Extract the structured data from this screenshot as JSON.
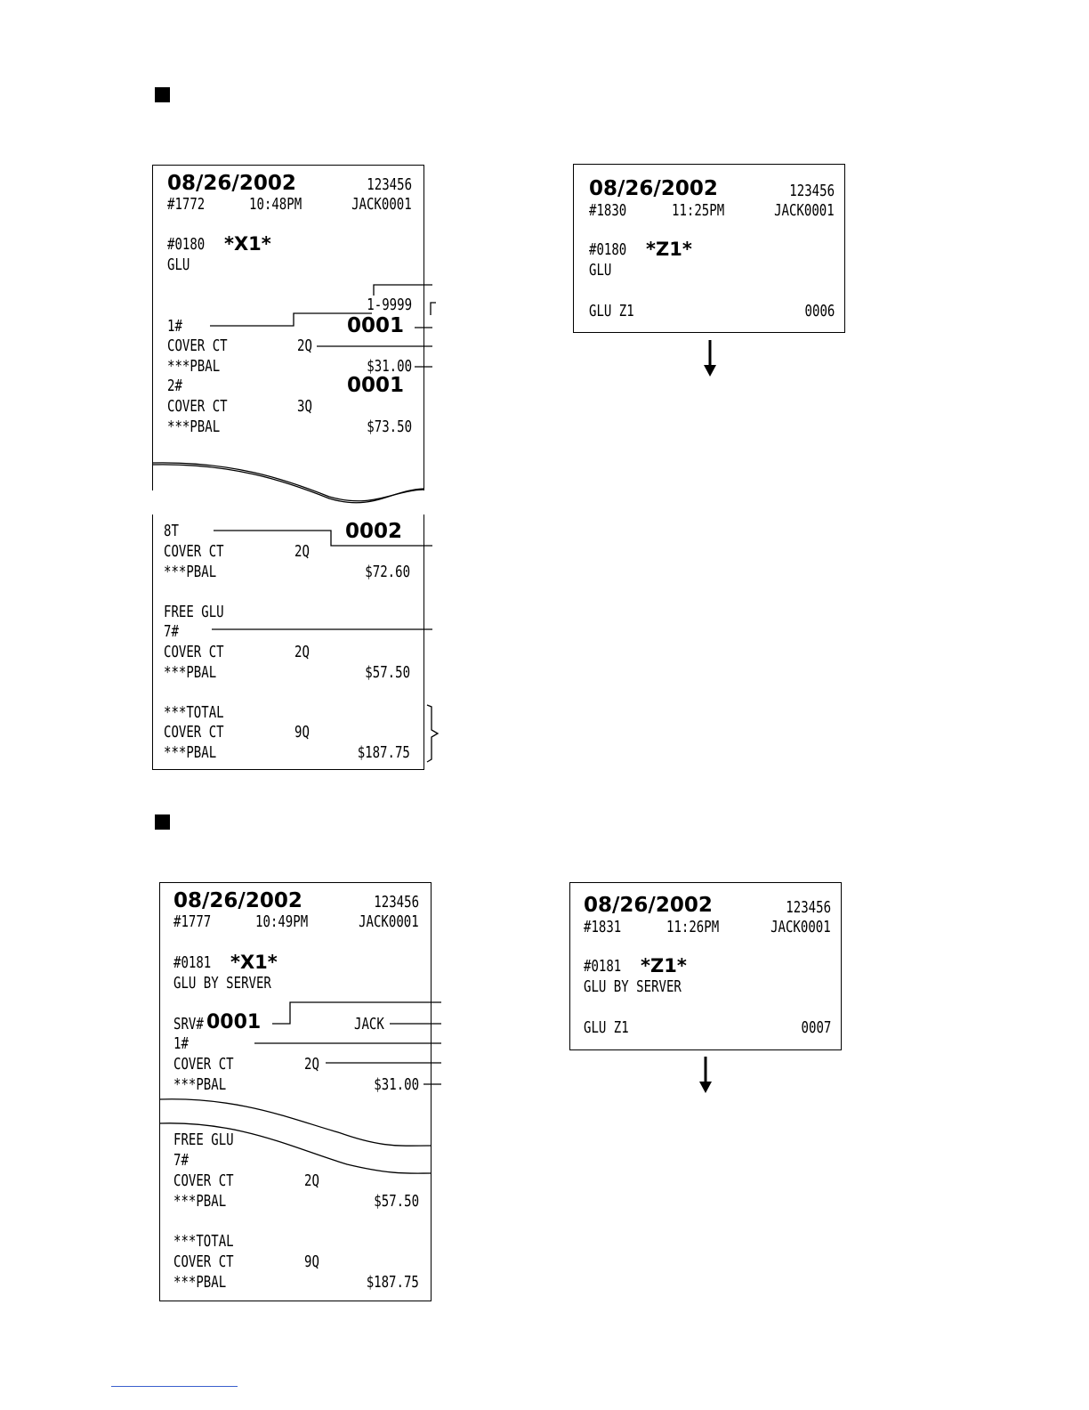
{
  "x1_glu_report": {
    "header": {
      "date": "08/26/2002",
      "machine": "123456",
      "consecutive": "#1772",
      "time": "10:48PM",
      "clerk": "JACK0001"
    },
    "report_code": "#0180",
    "mode": "*X1*",
    "title": "GLU",
    "range": "1-9999",
    "guests": [
      {
        "label": "1#",
        "counter": "0001",
        "cover_label": "COVER CT",
        "cover_count": "2Q",
        "pbal_label": "***PBAL",
        "pbal_value": "$31.00"
      },
      {
        "label": "2#",
        "counter": "0001",
        "cover_label": "COVER CT",
        "cover_count": "3Q",
        "pbal_label": "***PBAL",
        "pbal_value": "$73.50"
      }
    ],
    "continued": {
      "guest": {
        "label": "8T",
        "counter": "0002",
        "cover_label": "COVER CT",
        "cover_count": "2Q",
        "pbal_label": "***PBAL",
        "pbal_value": "$72.60"
      },
      "free_label": "FREE GLU",
      "free_guest": {
        "label": "7#",
        "cover_label": "COVER CT",
        "cover_count": "2Q",
        "pbal_label": "***PBAL",
        "pbal_value": "$57.50"
      },
      "total": {
        "label": "***TOTAL",
        "cover_label": "COVER CT",
        "cover_count": "9Q",
        "pbal_label": "***PBAL",
        "pbal_value": "$187.75"
      }
    }
  },
  "z1_glu_report": {
    "header": {
      "date": "08/26/2002",
      "machine": "123456",
      "consecutive": "#1830",
      "time": "11:25PM",
      "clerk": "JACK0001"
    },
    "report_code": "#0180",
    "mode": "*Z1*",
    "title": "GLU",
    "counter_label": "GLU Z1",
    "counter_value": "0006"
  },
  "x1_server_report": {
    "header": {
      "date": "08/26/2002",
      "machine": "123456",
      "consecutive": "#1777",
      "time": "10:49PM",
      "clerk": "JACK0001"
    },
    "report_code": "#0181",
    "mode": "*X1*",
    "title": "GLU BY SERVER",
    "server_prefix": "SRV#",
    "server_number": "0001",
    "server_name": "JACK",
    "guest": {
      "label": "1#",
      "cover_label": "COVER CT",
      "cover_count": "2Q",
      "pbal_label": "***PBAL",
      "pbal_value": "$31.00"
    },
    "continued": {
      "free_label": "FREE GLU",
      "free_guest": {
        "label": "7#",
        "cover_label": "COVER CT",
        "cover_count": "2Q",
        "pbal_label": "***PBAL",
        "pbal_value": "$57.50"
      },
      "total": {
        "label": "***TOTAL",
        "cover_label": "COVER CT",
        "cover_count": "9Q",
        "pbal_label": "***PBAL",
        "pbal_value": "$187.75"
      }
    }
  },
  "z1_server_report": {
    "header": {
      "date": "08/26/2002",
      "machine": "123456",
      "consecutive": "#1831",
      "time": "11:26PM",
      "clerk": "JACK0001"
    },
    "report_code": "#0181",
    "mode": "*Z1*",
    "title": "GLU BY SERVER",
    "counter_label": "GLU Z1",
    "counter_value": "0007"
  }
}
